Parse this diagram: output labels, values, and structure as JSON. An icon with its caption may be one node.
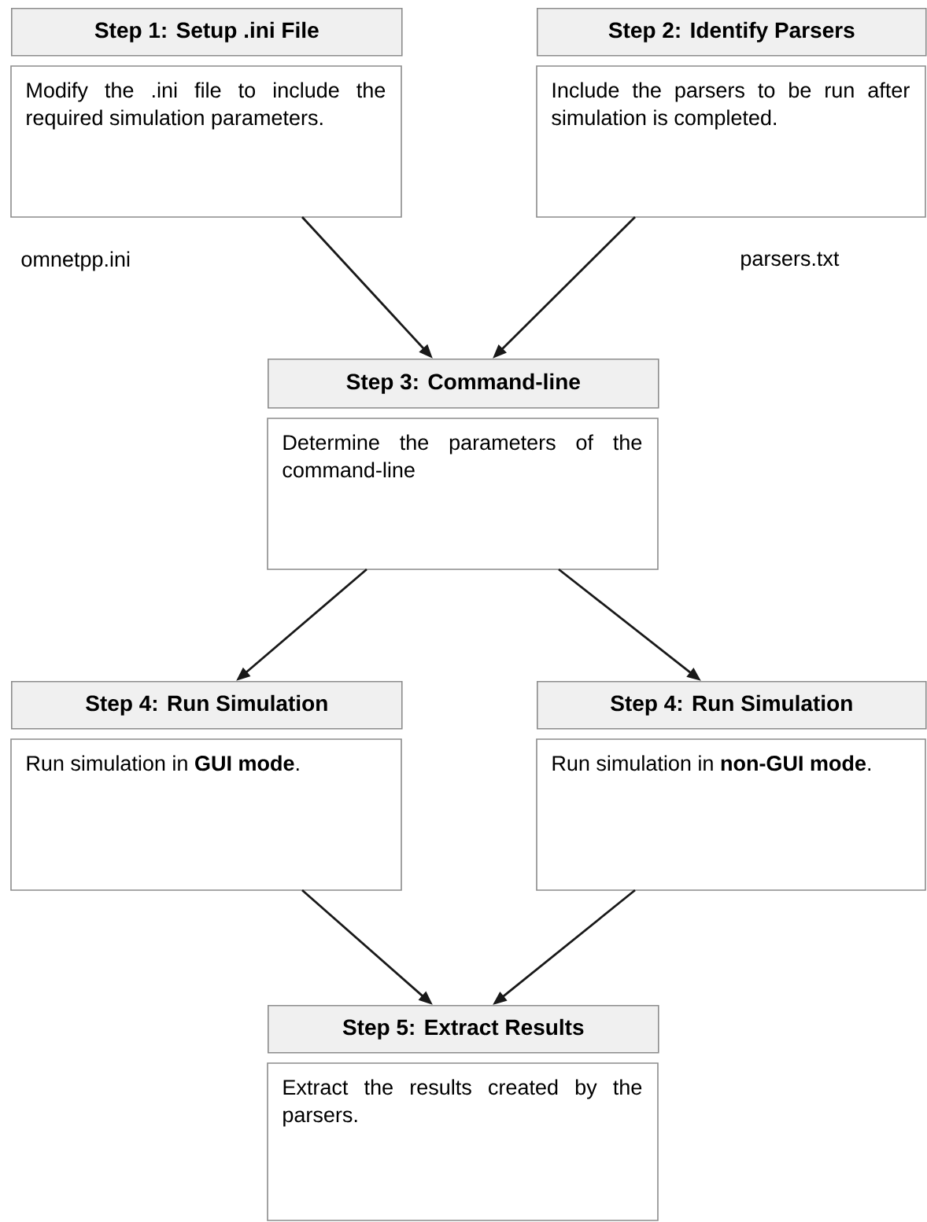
{
  "diagram": {
    "nodes": [
      {
        "text": [
          "Step 1: Setup .ini File",
          "Modify the .ini file to include the required simulation parameters."
        ],
        "beside": [
          "omnetpp.ini"
        ]
      },
      {
        "text": [
          "Step 2: Identify Parsers",
          "Include the parsers to be run after simulation is completed."
        ],
        "beside": [
          "parsers.txt"
        ]
      },
      {
        "text": [
          "Step 3: Command-line",
          "Determine the parameters of the command-line"
        ]
      },
      {
        "text": [
          "Step 4: Run Simulation",
          "Run simulation in **GUI mode**."
        ]
      },
      {
        "text": [
          "Step 4: Run Simulation",
          "Run simulation in **non-GUI mode**."
        ]
      },
      {
        "text": [
          "Step 5: Extract Results",
          "Extract the results created by the parsers."
        ]
      }
    ],
    "edges": [
      {
        "from": 0,
        "to": 2,
        "arrow": "to"
      },
      {
        "from": 1,
        "to": 2,
        "arrow": "to"
      },
      {
        "from": 2,
        "to": 3,
        "arrow": "to"
      },
      {
        "from": 2,
        "to": 4,
        "arrow": "to"
      },
      {
        "from": 3,
        "to": 5,
        "arrow": "to"
      },
      {
        "from": 4,
        "to": 5,
        "arrow": "to"
      }
    ]
  }
}
